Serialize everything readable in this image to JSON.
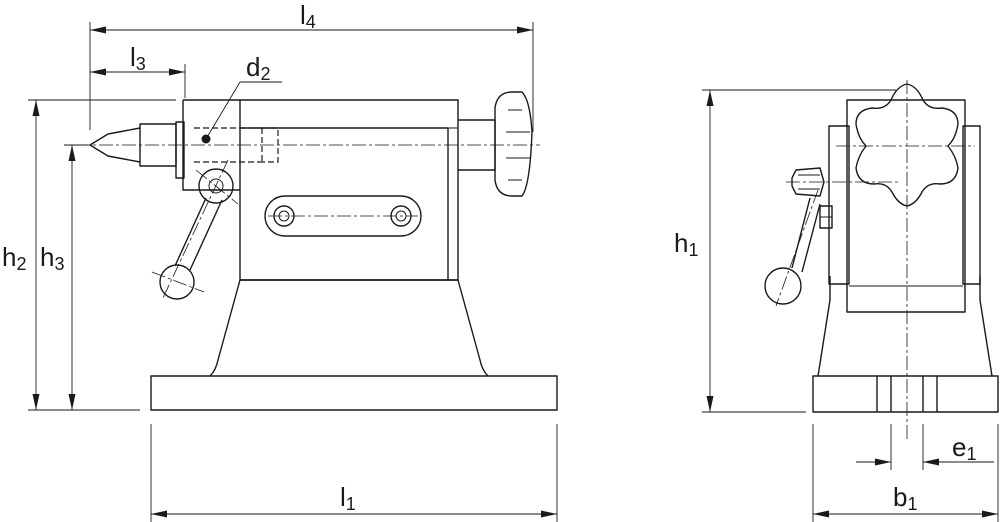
{
  "labels": {
    "l4": {
      "main": "l",
      "sub": "4"
    },
    "l3": {
      "main": "l",
      "sub": "3"
    },
    "d2": {
      "main": "d",
      "sub": "2"
    },
    "h2": {
      "main": "h",
      "sub": "2"
    },
    "h3": {
      "main": "h",
      "sub": "3"
    },
    "l1": {
      "main": "l",
      "sub": "1"
    },
    "h1": {
      "main": "h",
      "sub": "1"
    },
    "e1": {
      "main": "e",
      "sub": "1"
    },
    "b1": {
      "main": "b",
      "sub": "1"
    }
  }
}
